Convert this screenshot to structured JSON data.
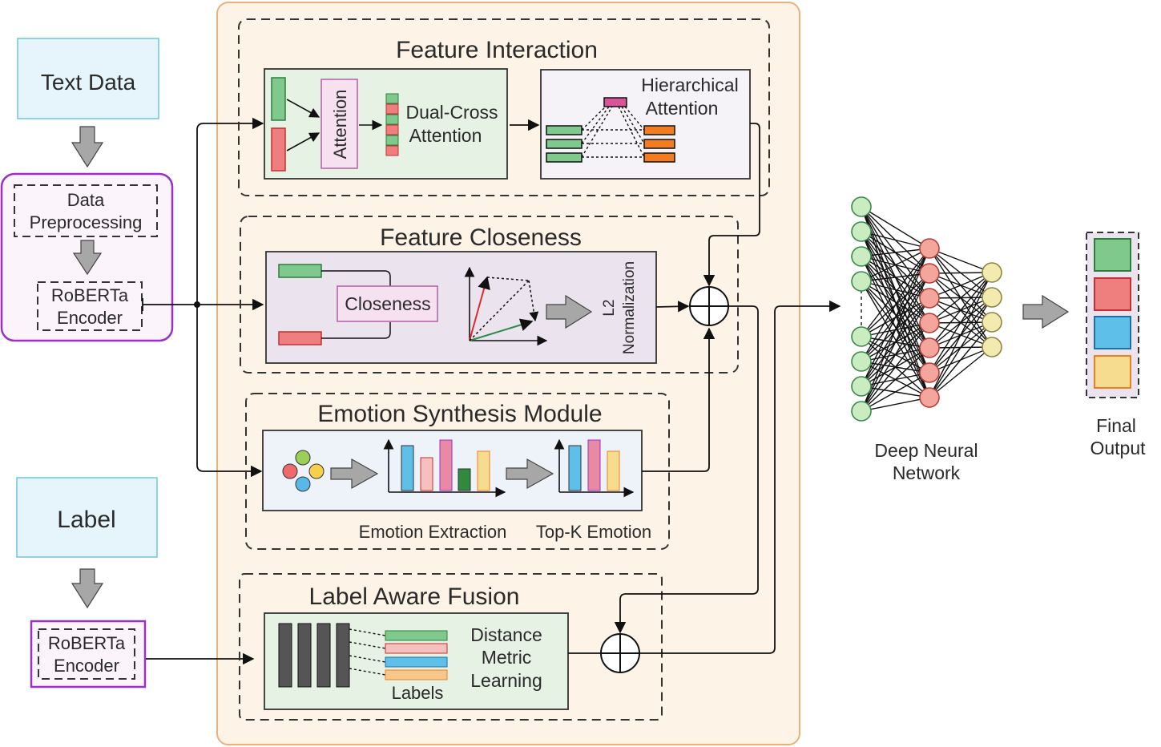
{
  "inputs": {
    "text_data": "Text Data",
    "data_preprocessing": [
      "Data",
      "Preprocessing"
    ],
    "roberta_encoder": [
      "RoBERTa",
      "Encoder"
    ],
    "label": "Label",
    "label_encoder": [
      "RoBERTa",
      "Encoder"
    ]
  },
  "feature_interaction": {
    "title": "Feature Interaction",
    "attention": "Attention",
    "dual_cross": [
      "Dual-Cross",
      "Attention"
    ],
    "hierarchical": [
      "Hierarchical",
      "Attention"
    ]
  },
  "feature_closeness": {
    "title": "Feature Closeness",
    "closeness": "Closeness",
    "normalization": [
      "L2",
      "Normalization"
    ]
  },
  "emotion_synthesis": {
    "title": "Emotion Synthesis Module",
    "extraction": "Emotion Extraction",
    "top_k": "Top-K Emotion"
  },
  "label_fusion": {
    "title": "Label Aware Fusion",
    "distance": [
      "Distance",
      "Metric",
      "Learning"
    ],
    "labels": "Labels"
  },
  "dnn": [
    "Deep Neural",
    "Network"
  ],
  "final_output": [
    "Final",
    "Output"
  ],
  "colors": {
    "green": "#7fc98d",
    "red": "#ef7f7f",
    "blue": "#5ec0e8",
    "yellow": "#f6dc8f",
    "orange": "#f47c20",
    "pink": "#d9559a",
    "purple": "#9b30c8",
    "panel_bg": "#fdf3e6",
    "panel_border": "#e8b27c"
  }
}
